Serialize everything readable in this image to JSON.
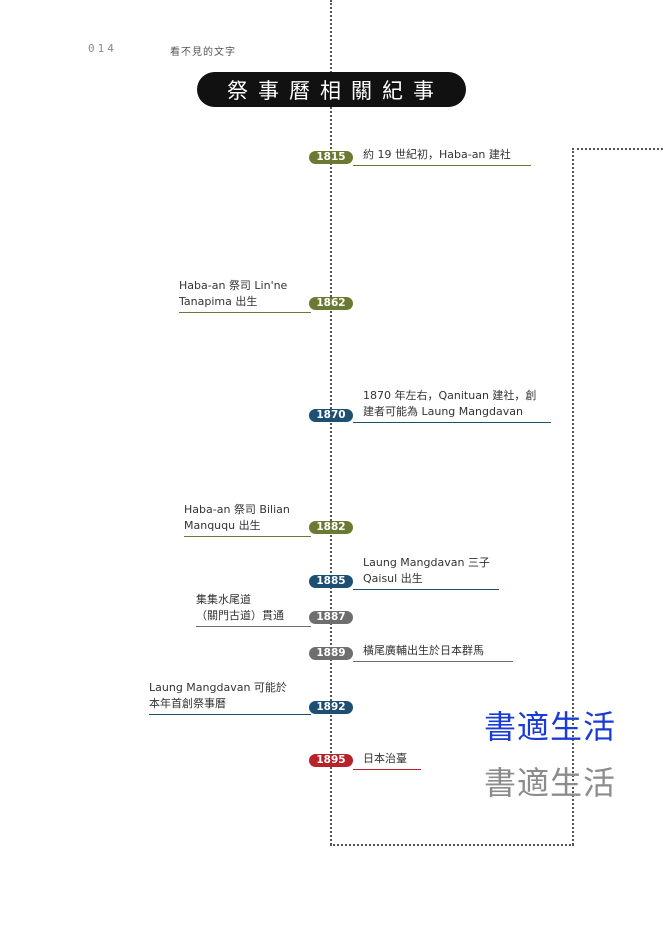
{
  "header": {
    "page_number": "014",
    "book_title": "看不見的文字"
  },
  "title": "祭事曆相關紀事",
  "events": [
    {
      "year": "1815",
      "lines": [
        "約 19 世紀初，Haba-an 建社"
      ]
    },
    {
      "year": "1862",
      "lines": [
        "Haba-an 祭司 Lin'ne",
        "Tanapima 出生"
      ]
    },
    {
      "year": "1870",
      "lines": [
        "1870 年左右，Qanituan 建社，創",
        "建者可能為 Laung Mangdavan"
      ]
    },
    {
      "year": "1882",
      "lines": [
        "Haba-an 祭司 Bilian",
        "Manququ 出生"
      ]
    },
    {
      "year": "1885",
      "lines": [
        "Laung Mangdavan 三子",
        "Qaisul 出生"
      ]
    },
    {
      "year": "1887",
      "lines": [
        "集集水尾道",
        "（關門古道）貫通"
      ]
    },
    {
      "year": "1889",
      "lines": [
        "橫尾廣輔出生於日本群馬"
      ]
    },
    {
      "year": "1892",
      "lines": [
        "Laung Mangdavan 可能於",
        "本年首創祭事曆"
      ]
    },
    {
      "year": "1895",
      "lines": [
        "日本治臺"
      ]
    }
  ],
  "watermark": {
    "primary": "書適生活",
    "secondary": "書適生活"
  },
  "colors": {
    "olive": "#6b7a32",
    "navy": "#1d4f73",
    "gray": "#6e6e6e",
    "red": "#b8232b"
  }
}
